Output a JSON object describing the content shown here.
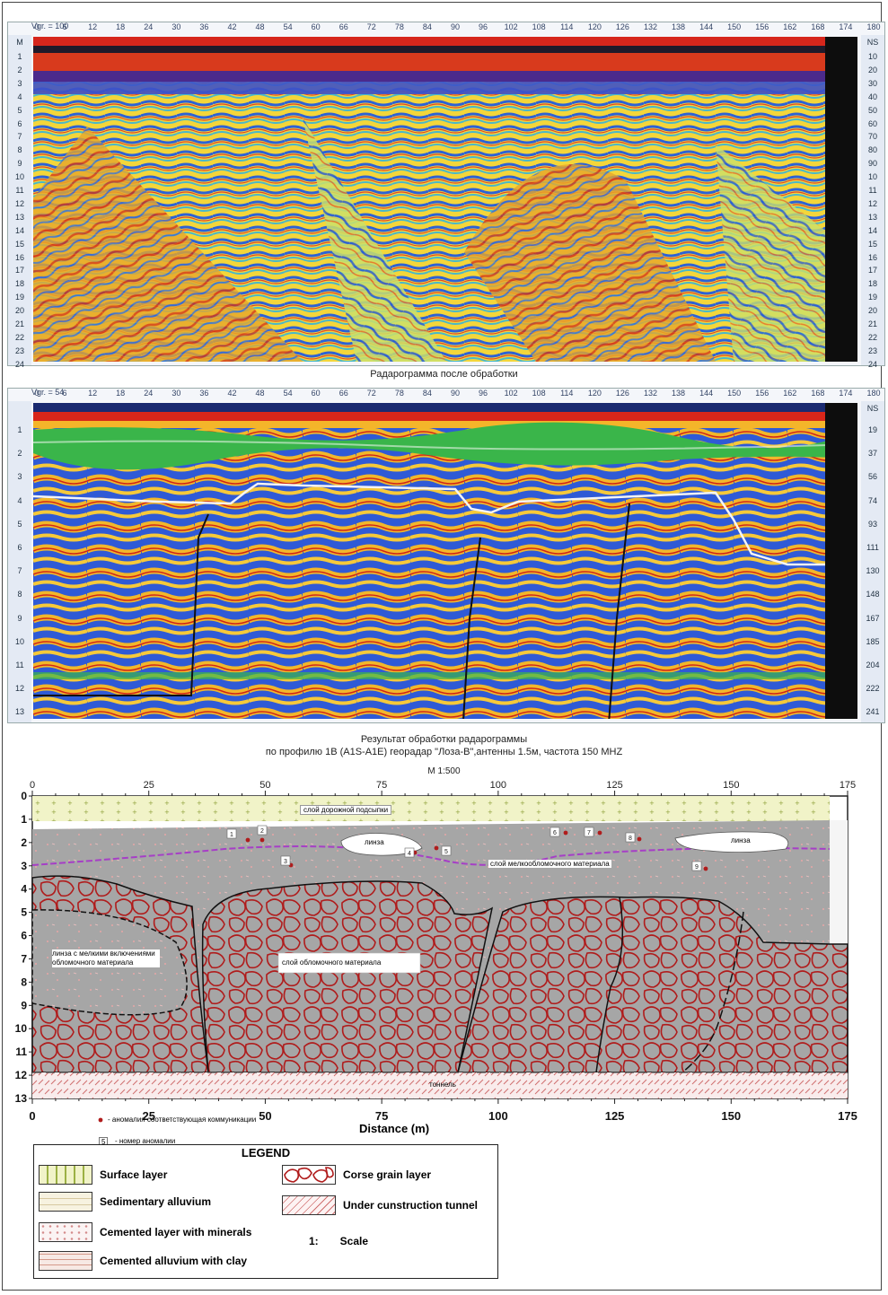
{
  "radargram1": {
    "vgr_label": "Vgr. = 100",
    "top_ticks": [
      "0",
      "6",
      "12",
      "18",
      "24",
      "30",
      "36",
      "42",
      "48",
      "54",
      "60",
      "66",
      "72",
      "78",
      "84",
      "90",
      "96",
      "102",
      "108",
      "114",
      "120",
      "126",
      "132",
      "138",
      "144",
      "150",
      "156",
      "162",
      "168",
      "174",
      "180"
    ],
    "left_unit": "M",
    "left_ticks": [
      "1",
      "2",
      "3",
      "4",
      "5",
      "6",
      "7",
      "8",
      "9",
      "10",
      "11",
      "12",
      "13",
      "14",
      "15",
      "16",
      "17",
      "18",
      "19",
      "20",
      "21",
      "22",
      "23",
      "24"
    ],
    "right_unit": "NS",
    "right_ticks": [
      "10",
      "20",
      "30",
      "40",
      "50",
      "60",
      "70",
      "80",
      "90",
      "10",
      "11",
      "12",
      "13",
      "14",
      "15",
      "16",
      "17",
      "18",
      "19",
      "20",
      "21",
      "22",
      "23",
      "24"
    ],
    "caption": "Радарограмма после обработки"
  },
  "radargram2": {
    "vgr_label": "Vgr. = 54",
    "top_ticks": [
      "0",
      "6",
      "12",
      "18",
      "24",
      "30",
      "36",
      "42",
      "48",
      "54",
      "60",
      "66",
      "72",
      "78",
      "84",
      "90",
      "96",
      "102",
      "108",
      "114",
      "120",
      "126",
      "132",
      "138",
      "144",
      "150",
      "156",
      "162",
      "168",
      "174",
      "180"
    ],
    "left_ticks": [
      "1",
      "2",
      "3",
      "4",
      "5",
      "6",
      "7",
      "8",
      "9",
      "10",
      "11",
      "12",
      "13"
    ],
    "right_unit": "NS",
    "right_ticks": [
      "19",
      "37",
      "56",
      "74",
      "93",
      "111",
      "130",
      "148",
      "167",
      "185",
      "204",
      "222",
      "241"
    ],
    "caption_line1": "Результат обработки радарограммы",
    "caption_line2": "по профилю 1В (A1S-A1E) георадар \"Лоза-В\",антенны 1.5м, частота 150 MHZ"
  },
  "section": {
    "scale_label": "M 1:500",
    "top_ticks": [
      "0",
      "25",
      "50",
      "75",
      "100",
      "125",
      "150",
      "175"
    ],
    "bottom_ticks": [
      "0",
      "25",
      "50",
      "75",
      "100",
      "125",
      "150",
      "175"
    ],
    "depth_ticks": [
      "0",
      "1",
      "2",
      "3",
      "4",
      "5",
      "6",
      "7",
      "8",
      "9",
      "10",
      "11",
      "12",
      "13"
    ],
    "x_axis_title": "Distance (m)",
    "label_road_layer": "слой дорожной подсыпки",
    "label_lens_1": "линза",
    "label_lens_2": "линза",
    "label_fine_layer": "слой мелкообломочного материала",
    "label_lens_inclusions": "линза с мелкими включениями обломочного материала",
    "label_debris_layer": "слой обломочного материала",
    "label_tunnel": "тоннель",
    "anomaly_numbers": [
      "1",
      "2",
      "3",
      "4",
      "5",
      "6",
      "7",
      "8",
      "9"
    ],
    "note_anomaly": "- аномалия соответствующая коммуникации",
    "note_anomaly_number": "- номер аномалии",
    "note_anomaly_number_sample": "5"
  },
  "legend": {
    "title": "LEGEND",
    "items": [
      {
        "label": "Surface layer",
        "swatch": "surface"
      },
      {
        "label": "Sedimentary alluvium",
        "swatch": "sedimentary"
      },
      {
        "label": "Cemented layer with minerals",
        "swatch": "cemented-minerals"
      },
      {
        "label": "Cemented alluvium with clay",
        "swatch": "cemented-clay"
      },
      {
        "label": "Corse grain layer",
        "swatch": "coarse"
      },
      {
        "label": "Under cunstruction tunnel",
        "swatch": "tunnel"
      }
    ],
    "scale_prefix": "1:",
    "scale_label": "Scale"
  },
  "colors": {
    "surface": "#f1f3c8",
    "cemented": "#a6a6a6",
    "coarse_stroke": "#b01c1c",
    "radar_blue": "#2c5ad8",
    "radar_yellow": "#f7c327",
    "radar_red": "#d52618",
    "radar_green": "#38b34a"
  }
}
